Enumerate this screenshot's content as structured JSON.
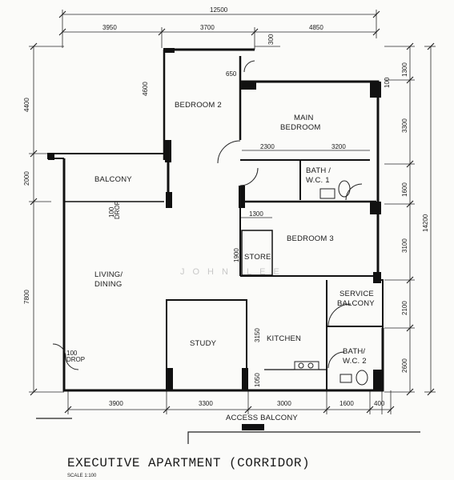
{
  "plan": {
    "title": "EXECUTIVE APARTMENT (CORRIDOR)",
    "scale": "SCALE 1:100",
    "watermark": "JOHN LEE"
  },
  "rooms": {
    "bedroom2": "BEDROOM 2",
    "main_bedroom_1": "MAIN",
    "main_bedroom_2": "BEDROOM",
    "balcony": "BALCONY",
    "bath_wc1_1": "BATH /",
    "bath_wc1_2": "W.C. 1",
    "bedroom3": "BEDROOM 3",
    "store": "STORE",
    "living_1": "LIVING/",
    "living_2": "DINING",
    "service_balcony_1": "SERVICE",
    "service_balcony_2": "BALCONY",
    "study": "STUDY",
    "kitchen": "KITCHEN",
    "bath_wc2_1": "BATH/",
    "bath_wc2_2": "W.C. 2",
    "access_balcony": "ACCESS BALCONY"
  },
  "drops": {
    "balcony_drop_1": "100",
    "balcony_drop_2": "DROP",
    "living_drop_1": "100",
    "living_drop_2": "DROP"
  },
  "dimensions": {
    "top_overall": "12500",
    "top_1": "3950",
    "top_2": "3700",
    "top_3": "4850",
    "top_300": "300",
    "bottom_1": "3900",
    "bottom_2": "3300",
    "bottom_3": "3000",
    "bottom_4": "1600",
    "bottom_5": "400",
    "left_1": "4400",
    "left_2": "2000",
    "left_3": "7800",
    "right_1": "1300",
    "right_2": "3300",
    "right_3": "1600",
    "right_4": "3100",
    "right_5": "2100",
    "right_6": "2600",
    "right_overall": "14200",
    "right_100": "100",
    "inner_4600": "4600",
    "inner_650": "650",
    "inner_2300": "2300",
    "inner_3200": "3200",
    "inner_1300": "1300",
    "inner_1900": "1900",
    "inner_3150": "3150",
    "inner_1050": "1050"
  }
}
